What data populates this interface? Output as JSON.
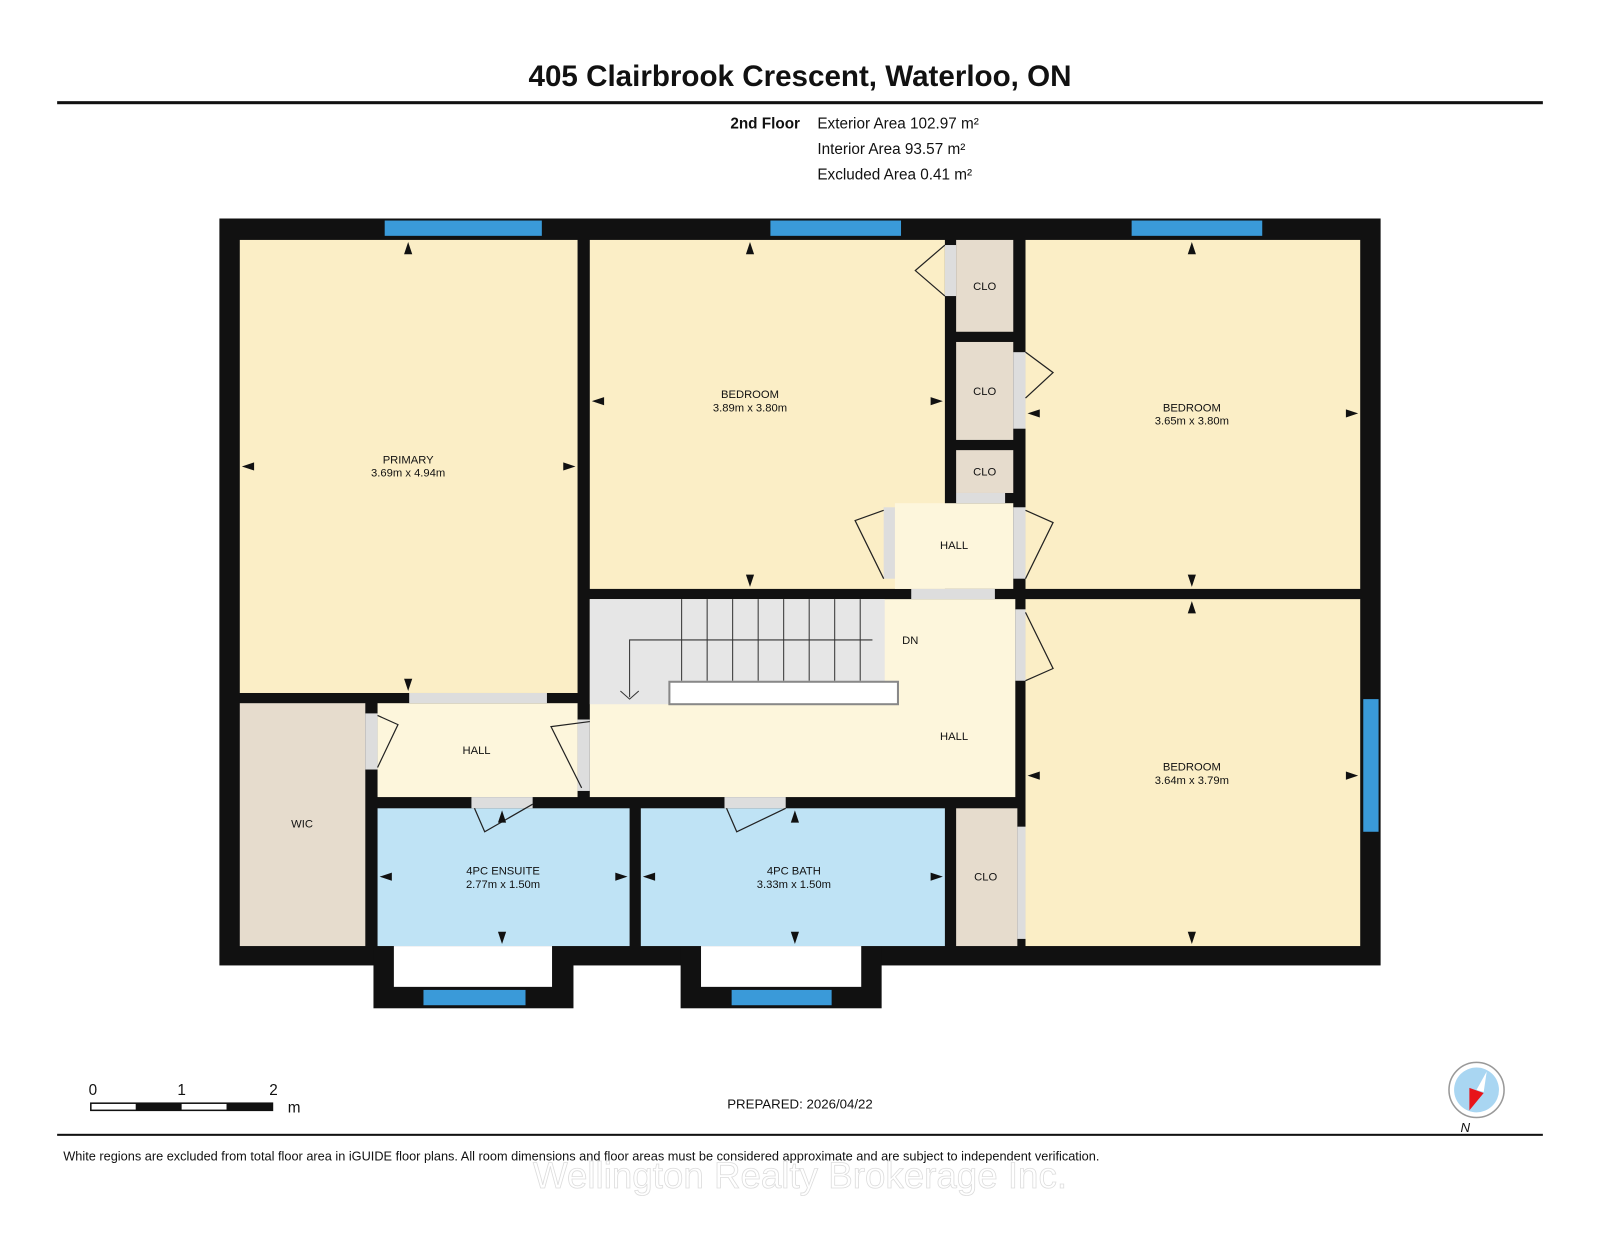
{
  "title": "405 Clairbrook Crescent, Waterloo, ON",
  "floor": {
    "name": "2nd Floor",
    "exterior_area": "Exterior Area 102.97 m²",
    "interior_area": "Interior Area 93.57 m²",
    "excluded_area": "Excluded Area 0.41 m²"
  },
  "rooms": {
    "primary": {
      "label": "PRIMARY",
      "dims": "3.69m x 4.94m"
    },
    "bedroom1": {
      "label": "BEDROOM",
      "dims": "3.89m x 3.80m"
    },
    "bedroom2": {
      "label": "BEDROOM",
      "dims": "3.65m x 3.80m"
    },
    "bedroom3": {
      "label": "BEDROOM",
      "dims": "3.64m x 3.79m"
    },
    "ensuite": {
      "label": "4PC ENSUITE",
      "dims": "2.77m x 1.50m"
    },
    "bath": {
      "label": "4PC BATH",
      "dims": "3.33m x 1.50m"
    },
    "clo1": "CLO",
    "clo2": "CLO",
    "clo3": "CLO",
    "clo4": "CLO",
    "hall_small": "HALL",
    "hall_main": "HALL",
    "hall_left": "HALL",
    "wic": "WIC",
    "stairs": "DN"
  },
  "colors": {
    "bedroom": "#fbeec6",
    "hall": "#fdf6dc",
    "bath": "#bfe3f5",
    "closet": "#e6dccd",
    "window": "#3a9ad9",
    "wall": "#111111"
  },
  "scale": {
    "t0": "0",
    "t1": "1",
    "t2": "2",
    "unit": "m"
  },
  "prepared": "PREPARED: 2026/04/22",
  "compass": "N",
  "disclaimer": "White regions are excluded from total floor area in iGUIDE floor plans. All room dimensions and floor areas must be considered approximate and are subject to independent verification.",
  "watermark": "Wellington Realty Brokerage Inc."
}
